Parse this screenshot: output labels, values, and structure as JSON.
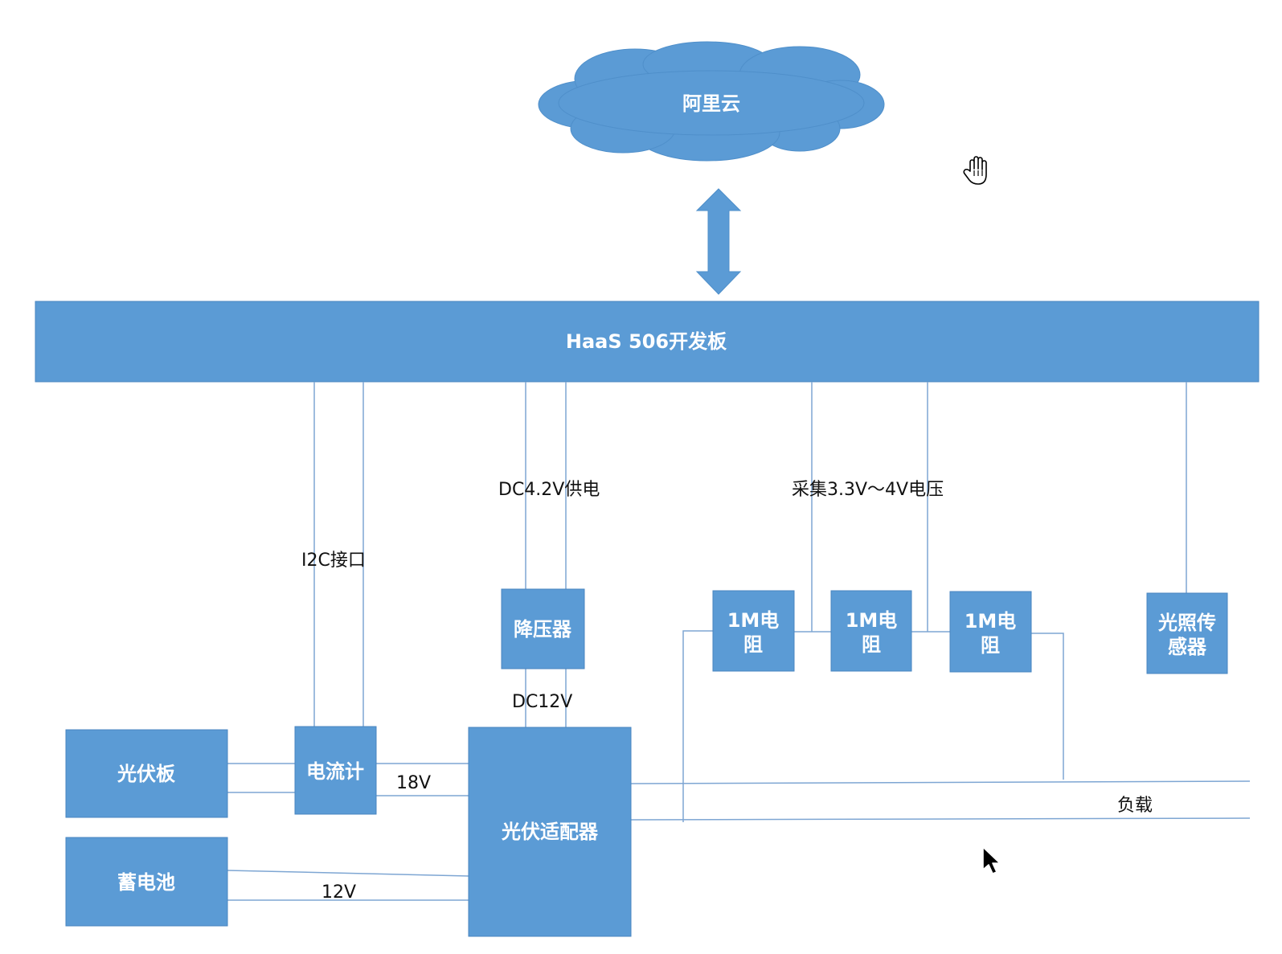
{
  "colors": {
    "node_fill": "#5b9bd5",
    "node_stroke": "#4a86c0",
    "wire": "#7ea6d3",
    "text_on_node": "#ffffff",
    "text_on_canvas": "#111111"
  },
  "nodes": {
    "cloud": "阿里云",
    "board": "HaaS 506开发板",
    "reducer": "降压器",
    "meter": "电流计",
    "adapter": "光伏适配器",
    "panel": "光伏板",
    "battery": "蓄电池",
    "resistor": "1M电阻",
    "light_sensor": "光照传感器"
  },
  "edge_labels": {
    "i2c": "I2C接口",
    "dc42": "DC4.2V供电",
    "sample": "采集3.3V～4V电压",
    "dc12": "DC12V",
    "v18": "18V",
    "v12": "12V",
    "load": "负载"
  },
  "icons": {
    "hand_cursor": "hand-pointer-icon",
    "arrow_cursor": "mouse-arrow-icon"
  }
}
